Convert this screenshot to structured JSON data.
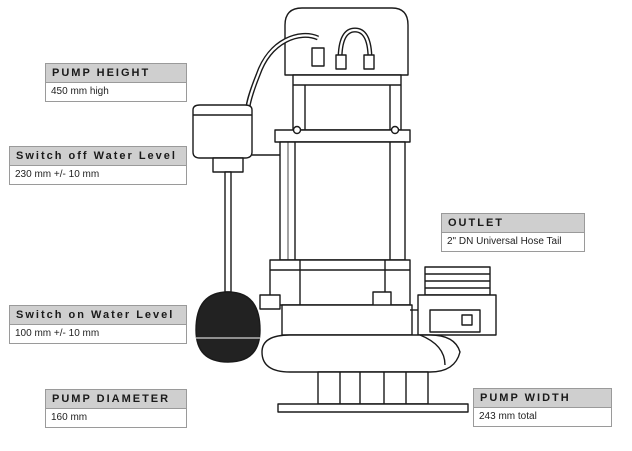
{
  "callouts": {
    "pump_height": {
      "title": "PUMP HEIGHT",
      "value": "450 mm high"
    },
    "switch_off": {
      "title": "Switch off Water Level",
      "value": "230 mm +/- 10 mm"
    },
    "outlet": {
      "title": "OUTLET",
      "value": "2\" DN Universal Hose Tail"
    },
    "switch_on": {
      "title": "Switch on Water Level",
      "value": "100 mm +/- 10 mm"
    },
    "pump_diameter": {
      "title": "PUMP DIAMETER",
      "value": "160 mm"
    },
    "pump_width": {
      "title": "PUMP WIDTH",
      "value": "243 mm total"
    }
  }
}
